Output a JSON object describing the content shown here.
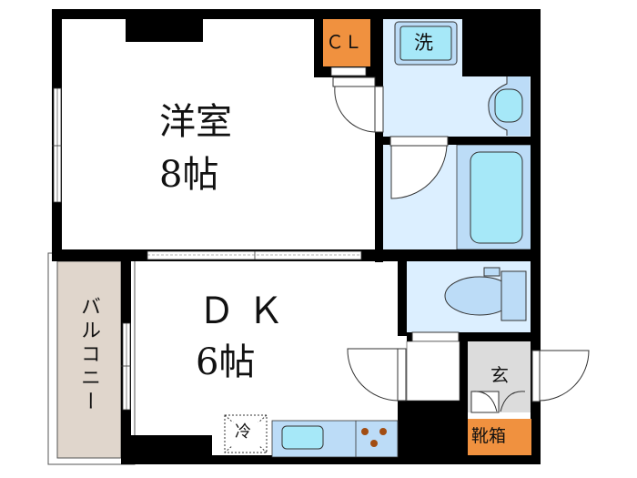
{
  "floor_plan": {
    "rooms": {
      "western_room": {
        "name": "洋室",
        "size": "8帖"
      },
      "dk": {
        "name": "ＤＫ",
        "size": "6帖"
      },
      "balcony": {
        "name": "バルコニー"
      },
      "closet": {
        "name": "ＣＬ"
      },
      "laundry": {
        "name": "洗"
      },
      "entrance": {
        "name": "玄"
      },
      "shoe_box": {
        "name": "靴箱"
      },
      "fridge": {
        "name": "冷"
      }
    },
    "colors": {
      "wall": "#000000",
      "storage": "#f0913f",
      "wet_area": "#dcefff",
      "fixture": "#a6e8f8",
      "fixture_panel": "#bcdcf7",
      "entrance": "#dcdcdc",
      "balcony": "#e0d6cc",
      "stove_burner": "#a24d12"
    }
  }
}
